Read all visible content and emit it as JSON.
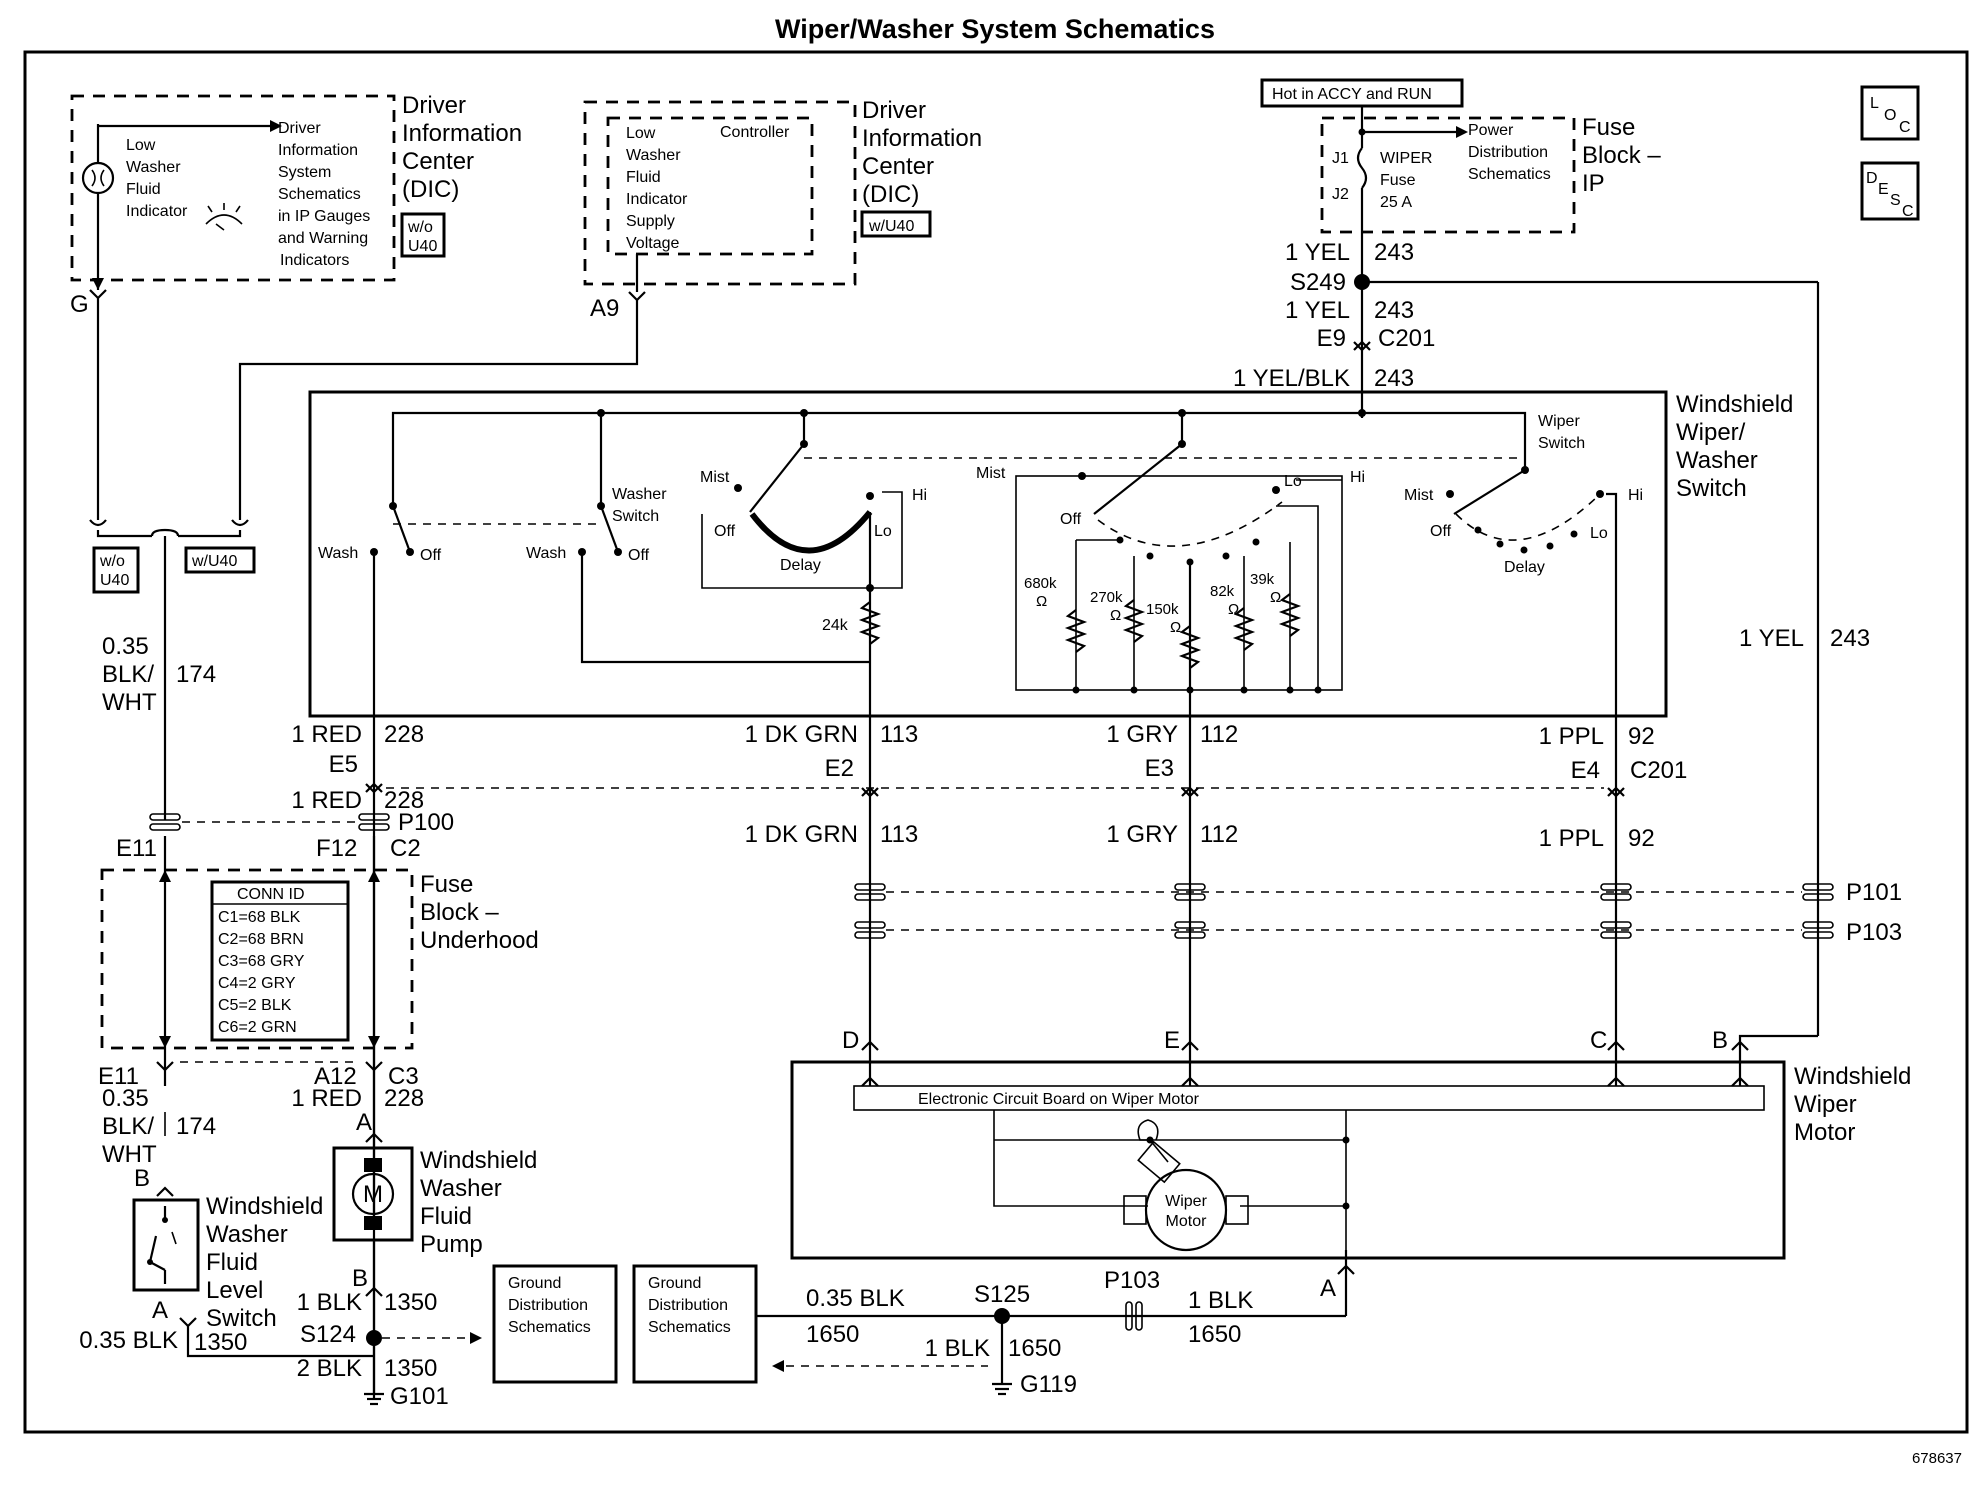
{
  "title": "Wiper/Washer System Schematics",
  "figure_id": "678637",
  "loc_icon": [
    "L",
    "O",
    "C"
  ],
  "desc_icon": [
    "D",
    "E",
    "S",
    "C"
  ],
  "dic_left": {
    "name": [
      "Driver",
      "Information",
      "Center",
      "(DIC)"
    ],
    "option": [
      "w/o",
      "U40"
    ],
    "indicator": [
      "Low",
      "Washer",
      "Fluid",
      "Indicator"
    ],
    "ref": [
      "Driver",
      "Information",
      "System",
      "Schematics",
      "in IP Gauges",
      "and Warning",
      "Indicators"
    ],
    "pin": "G"
  },
  "dic_right": {
    "name": [
      "Driver",
      "Information",
      "Center",
      "(DIC)"
    ],
    "option": "w/U40",
    "supply": [
      "Low",
      "Washer",
      "Fluid",
      "Indicator",
      "Supply",
      "Voltage"
    ],
    "controller": "Controller",
    "pin": "A9"
  },
  "fuse_ip": {
    "hot": "Hot in ACCY and RUN",
    "name": [
      "Fuse",
      "Block –",
      "IP"
    ],
    "fuse": [
      "WIPER",
      "Fuse",
      "25 A"
    ],
    "j1": "J1",
    "j2": "J2",
    "power": [
      "Power",
      "Distribution",
      "Schematics"
    ]
  },
  "feed": {
    "w1": "1 YEL",
    "c1": "243",
    "splice": "S249",
    "w2": "1 YEL",
    "c2": "243",
    "pin": "E9",
    "conn": "C201",
    "w3": "1 YEL/BLK",
    "c3": "243",
    "w4": "1 YEL",
    "c4": "243"
  },
  "switch": {
    "name": [
      "Windshield",
      "Wiper/",
      "Washer",
      "Switch"
    ],
    "washer_switch": [
      "Washer",
      "Switch"
    ],
    "wiper_switch": [
      "Wiper",
      "Switch"
    ],
    "wash": "Wash",
    "off": "Off",
    "mist": "Mist",
    "hi": "Hi",
    "lo": "Lo",
    "delay": "Delay",
    "r24": "24k",
    "resistors": [
      "680k",
      "270k",
      "150k",
      "82k",
      "39k"
    ],
    "ohm": "Ω"
  },
  "circuits": {
    "red": {
      "w": "1 RED",
      "c": "228",
      "pin": "E5",
      "w2": "1 RED",
      "c2": "228",
      "conn": "P100",
      "f": "F12",
      "cc": "C2"
    },
    "dkgrn": {
      "w": "1 DK GRN",
      "c": "113",
      "pin": "E2",
      "w2": "1 DK GRN",
      "c2": "113",
      "m": "D"
    },
    "gry": {
      "w": "1 GRY",
      "c": "112",
      "pin": "E3",
      "w2": "1 GRY",
      "c2": "112",
      "m": "E"
    },
    "ppl": {
      "w": "1 PPL",
      "c": "92",
      "pin": "E4",
      "conn": "C201",
      "w2": "1 PPL",
      "c2": "92",
      "m": "C"
    },
    "yel_b": "B",
    "blkwht": {
      "w": [
        "0.35",
        "BLK/",
        "WHT"
      ],
      "c": "174",
      "opt1": [
        "w/o",
        "U40"
      ],
      "opt2": "w/U40",
      "e11": "E11"
    }
  },
  "connectors": {
    "p101": "P101",
    "p103": "P103"
  },
  "fuse_uh": {
    "name": [
      "Fuse",
      "Block –",
      "Underhood"
    ],
    "conn_id": "CONN ID",
    "rows": [
      "C1=68 BLK",
      "C2=68 BRN",
      "C3=68 GRY",
      "C4=2 GRY",
      "C5=2 BLK",
      "C6=2 GRN"
    ],
    "e11b": "E11",
    "a12": "A12",
    "c3": "C3"
  },
  "lower": {
    "blkwht": [
      "0.35",
      "BLK/",
      "WHT"
    ],
    "c174": "174",
    "red": "1 RED",
    "c228": "228",
    "pin_a": "A",
    "pump": [
      "Windshield",
      "Washer",
      "Fluid",
      "Pump"
    ],
    "motor_m": "M",
    "pin_b_pump": "B",
    "level": [
      "Windshield",
      "Washer",
      "Fluid",
      "Level",
      "Switch"
    ],
    "pin_b_sw": "B",
    "pin_a_sw": "A",
    "blk1": "1 BLK",
    "c1350a": "1350",
    "s124": "S124",
    "blk035": "0.35 BLK",
    "c1350b": "1350",
    "blk2": "2 BLK",
    "c1350c": "1350",
    "g101": "G101",
    "gnd1": [
      "Ground",
      "Distribution",
      "Schematics"
    ],
    "gnd2": [
      "Ground",
      "Distribution",
      "Schematics"
    ],
    "blk035b": "0.35 BLK",
    "c1650a": "1650",
    "s125": "S125",
    "blk1b": "1 BLK",
    "c1650b": "1650",
    "g119": "G119",
    "p103": "P103",
    "blk1c": "1 BLK",
    "c1650c": "1650",
    "pin_a_m": "A"
  },
  "motor": {
    "name": [
      "Windshield",
      "Wiper",
      "Motor"
    ],
    "board": "Electronic Circuit Board on Wiper Motor",
    "inner": [
      "Wiper",
      "Motor"
    ]
  }
}
